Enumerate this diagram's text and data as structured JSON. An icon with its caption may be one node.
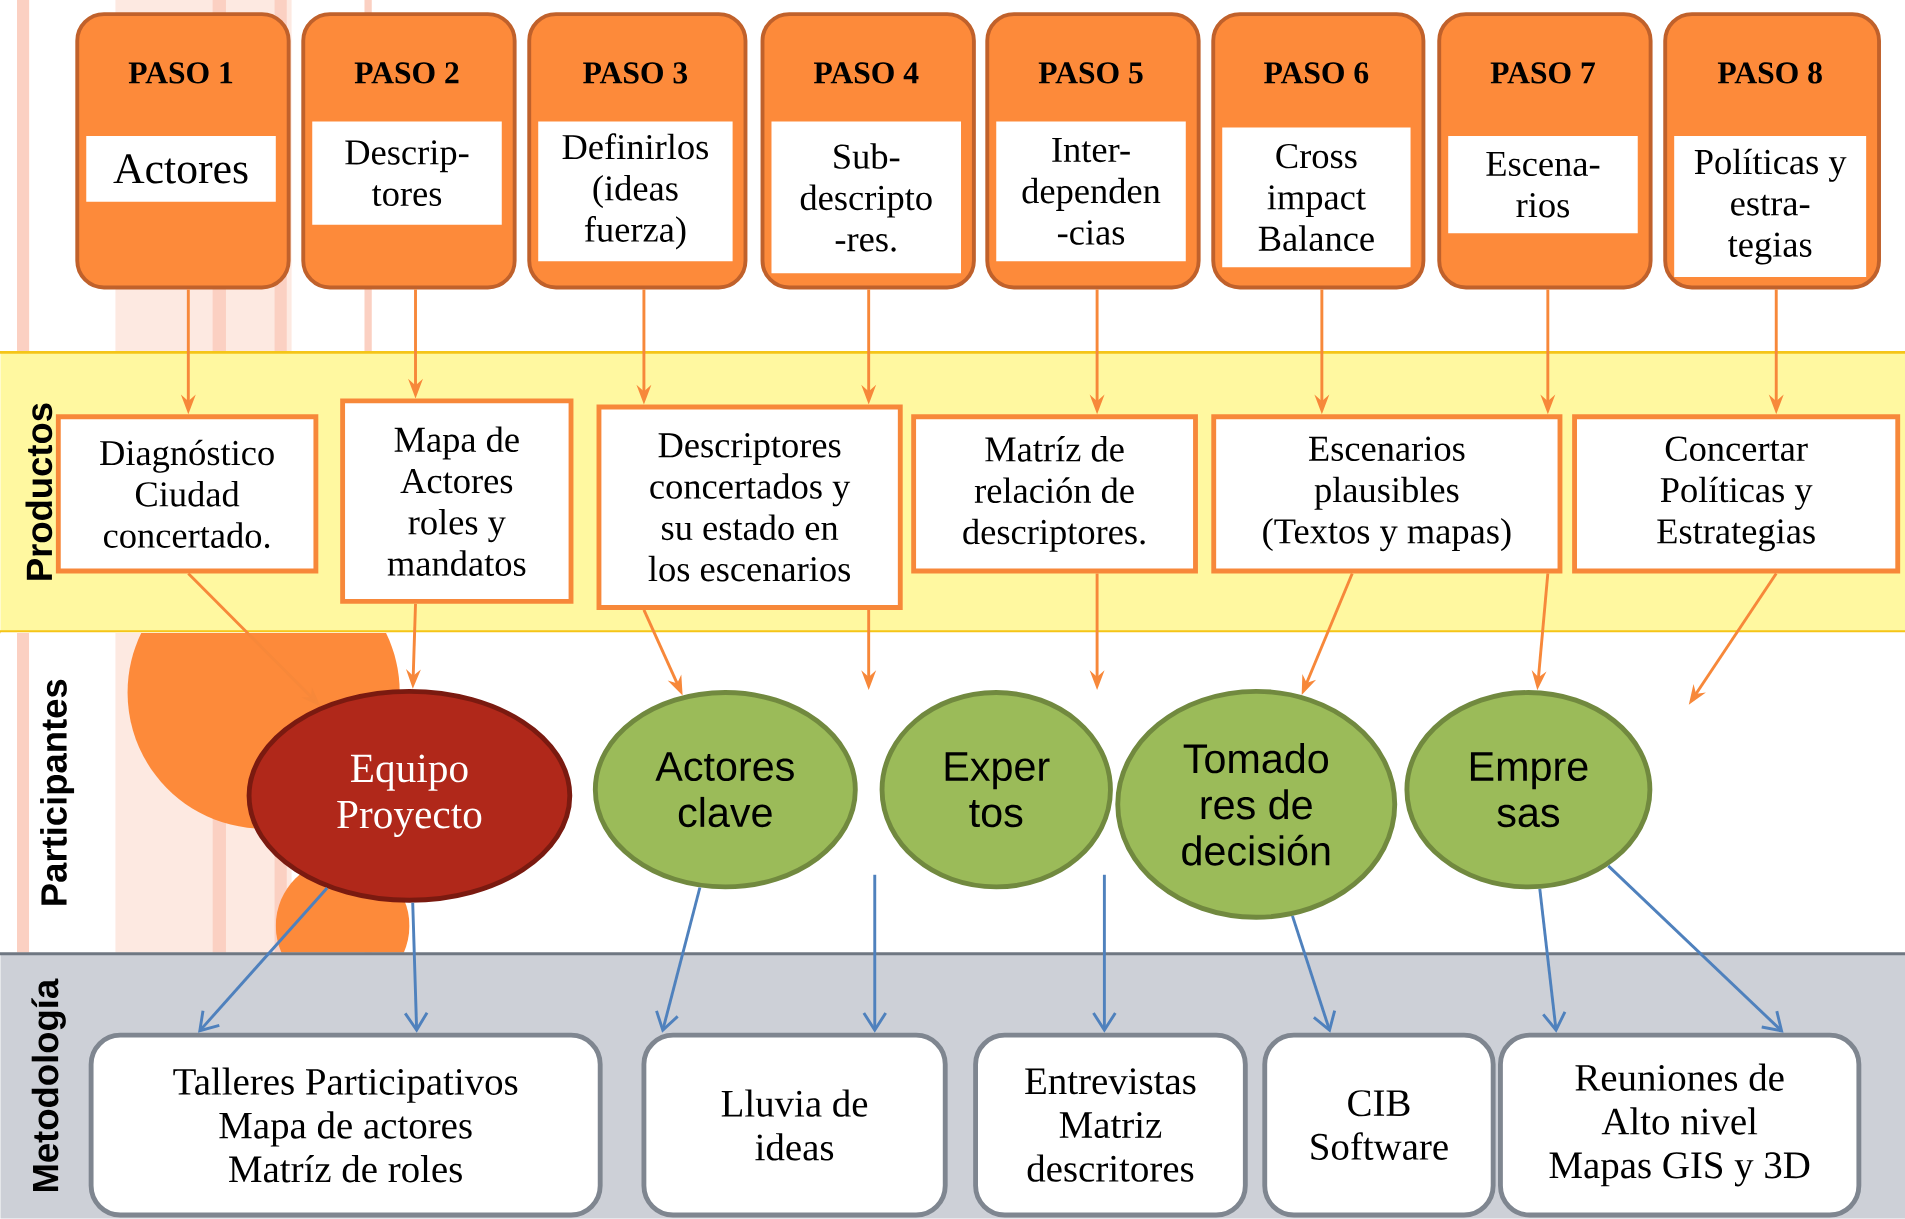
{
  "diagram": {
    "nodes": [
      {
        "text": [
          "PASO 1",
          "Actores"
        ]
      },
      {
        "text": [
          "PASO 2",
          "Descrip- tores"
        ]
      },
      {
        "text": [
          "PASO 3",
          "Definirlos (ideas fuerza)"
        ]
      },
      {
        "text": [
          "PASO 4",
          "Sub- descripto -res."
        ]
      },
      {
        "text": [
          "PASO 5",
          "Inter- dependen -cias"
        ]
      },
      {
        "text": [
          "PASO 6",
          "Cross impact Balance"
        ]
      },
      {
        "text": [
          "PASO 7",
          "Escena- rios"
        ]
      },
      {
        "text": [
          "PASO 8",
          "Políticas y estra- tegias"
        ]
      },
      {
        "text": [
          "Productos"
        ]
      },
      {
        "text": [
          "Diagnóstico Ciudad concertado."
        ],
        "in": 8
      },
      {
        "text": [
          "Mapa de Actores roles y mandatos"
        ],
        "in": 8
      },
      {
        "text": [
          "Descriptores concertados y su estado en los escenarios"
        ],
        "in": 8
      },
      {
        "text": [
          "Matríz de relación de descriptores."
        ],
        "in": 8
      },
      {
        "text": [
          "Escenarios plausibles (Textos y mapas)"
        ],
        "in": 8
      },
      {
        "text": [
          "Concertar Políticas y Estrategias"
        ],
        "in": 8
      },
      {
        "text": [
          "Participantes"
        ]
      },
      {
        "text": [
          "Equipo Proyecto"
        ],
        "in": 15
      },
      {
        "text": [
          "Actores clave"
        ],
        "in": 15
      },
      {
        "text": [
          "Exper tos"
        ],
        "in": 15
      },
      {
        "text": [
          "Tomado res de decisión"
        ],
        "in": 15
      },
      {
        "text": [
          "Empre sas"
        ],
        "in": 15
      },
      {
        "text": [
          "Metodología"
        ]
      },
      {
        "text": [
          "Talleres Participativos",
          "Mapa de actores",
          "Matríz de roles"
        ],
        "in": 21
      },
      {
        "text": [
          "Lluvia de ideas"
        ],
        "in": 21
      },
      {
        "text": [
          "Entrevistas",
          "Matriz descritores"
        ],
        "in": 21
      },
      {
        "text": [
          "CIB",
          "Software"
        ],
        "in": 21
      },
      {
        "text": [
          "Reuniones de Alto nivel",
          "Mapas GIS y 3D"
        ],
        "in": 21
      }
    ],
    "edges": [
      {
        "from": 0,
        "to": 9,
        "arrow": "to"
      },
      {
        "from": 1,
        "to": 10,
        "arrow": "to"
      },
      {
        "from": 2,
        "to": 11,
        "arrow": "to"
      },
      {
        "from": 3,
        "to": 11,
        "arrow": "to"
      },
      {
        "from": 4,
        "to": 12,
        "arrow": "to"
      },
      {
        "from": 5,
        "to": 13,
        "arrow": "to"
      },
      {
        "from": 6,
        "to": 13,
        "arrow": "to"
      },
      {
        "from": 7,
        "to": 14,
        "arrow": "to"
      },
      {
        "from": 9,
        "to": 16,
        "arrow": "to"
      },
      {
        "from": 10,
        "to": 16,
        "arrow": "to"
      },
      {
        "from": 11,
        "to": 17,
        "arrow": "to"
      },
      {
        "from": 11,
        "to": null,
        "arrow": "to"
      },
      {
        "from": 12,
        "to": null,
        "arrow": "to"
      },
      {
        "from": 13,
        "to": 19,
        "arrow": "to"
      },
      {
        "from": 13,
        "to": 20,
        "arrow": "to"
      },
      {
        "from": 14,
        "to": null,
        "arrow": "to"
      },
      {
        "from": 16,
        "to": 22,
        "arrow": "to",
        "color": "#4f81bd"
      },
      {
        "from": 16,
        "to": 22,
        "arrow": "to",
        "color": "#4f81bd"
      },
      {
        "from": 17,
        "to": 23,
        "arrow": "to",
        "color": "#4f81bd"
      },
      {
        "from": null,
        "to": 23,
        "arrow": "to",
        "color": "#4f81bd"
      },
      {
        "from": null,
        "to": 24,
        "arrow": "to",
        "color": "#4f81bd"
      },
      {
        "from": 19,
        "to": 25,
        "arrow": "to",
        "color": "#4f81bd"
      },
      {
        "from": 20,
        "to": 26,
        "arrow": "to",
        "color": "#4f81bd"
      },
      {
        "from": 20,
        "to": 26,
        "arrow": "to",
        "color": "#4f81bd"
      }
    ]
  }
}
